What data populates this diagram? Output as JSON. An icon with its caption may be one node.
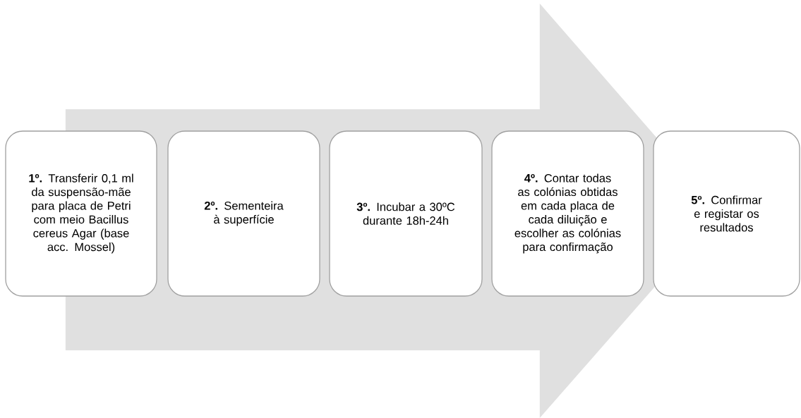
{
  "diagram": {
    "nodes": [
      {
        "text": [
          "**1º.** Transferir 0,1 ml da suspensão-mãe para placa de Petri com meio Bacillus cereus Agar (base acc. Mossel)"
        ]
      },
      {
        "text": [
          "**2º.** Sementeira à superfície"
        ]
      },
      {
        "text": [
          "**3º.** Incubar a 30ºC durante 18h-24h"
        ]
      },
      {
        "text": [
          "**4º.** Contar todas as colónias obtidas em cada placa de cada diluição e escolher as colónias para confirmação"
        ]
      },
      {
        "text": [
          "**5º.** Confirmar e registar os resultados"
        ]
      }
    ],
    "edges": [
      {
        "from": 0,
        "to": 4,
        "arrow": "to"
      }
    ]
  }
}
